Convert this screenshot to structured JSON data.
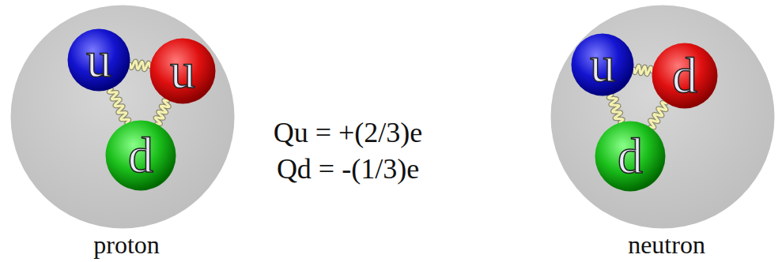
{
  "diagram": {
    "nodes": [
      {
        "text": [
          "proton"
        ]
      },
      {
        "text": [
          "u"
        ],
        "in": 0
      },
      {
        "text": [
          "u"
        ],
        "in": 0
      },
      {
        "text": [
          "d"
        ],
        "in": 0
      },
      {
        "text": [
          "neutron"
        ]
      },
      {
        "text": [
          "u"
        ],
        "in": 4
      },
      {
        "text": [
          "d"
        ],
        "in": 4
      },
      {
        "text": [
          "d"
        ],
        "in": 4
      }
    ],
    "edges": [
      {
        "from": 1,
        "to": 2,
        "arrow": "none"
      },
      {
        "from": 1,
        "to": 3,
        "arrow": "none"
      },
      {
        "from": 2,
        "to": 3,
        "arrow": "none"
      },
      {
        "from": 5,
        "to": 6,
        "arrow": "none"
      },
      {
        "from": 5,
        "to": 7,
        "arrow": "none"
      },
      {
        "from": 6,
        "to": 7,
        "arrow": "none"
      }
    ],
    "labels": [
      "Qu = +(2/3)e",
      "Qd = -(1/3)e"
    ]
  }
}
